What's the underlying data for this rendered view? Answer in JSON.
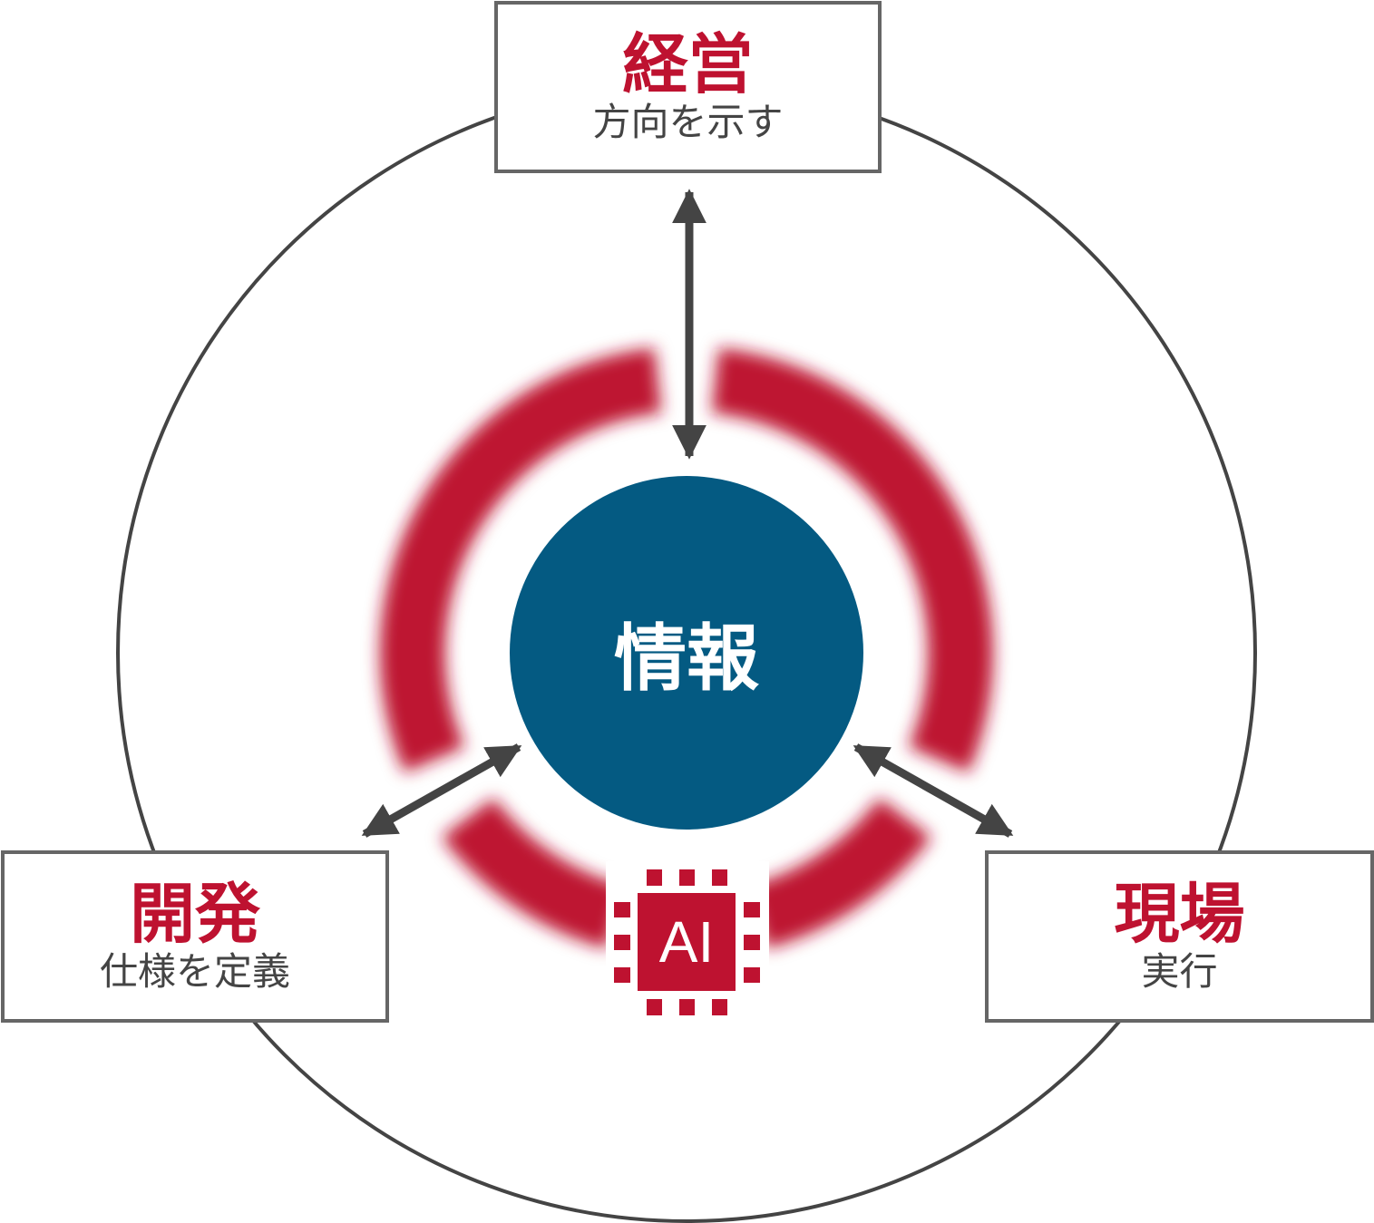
{
  "center": {
    "label": "情報"
  },
  "nodes": {
    "top": {
      "title": "経営",
      "subtitle": "方向を示す"
    },
    "left": {
      "title": "開発",
      "subtitle": "仕様を定義"
    },
    "right": {
      "title": "現場",
      "subtitle": "実行"
    }
  },
  "chip": {
    "label": "AI"
  },
  "colors": {
    "accent": "#be1230",
    "center": "#045a82",
    "line": "#444444"
  }
}
